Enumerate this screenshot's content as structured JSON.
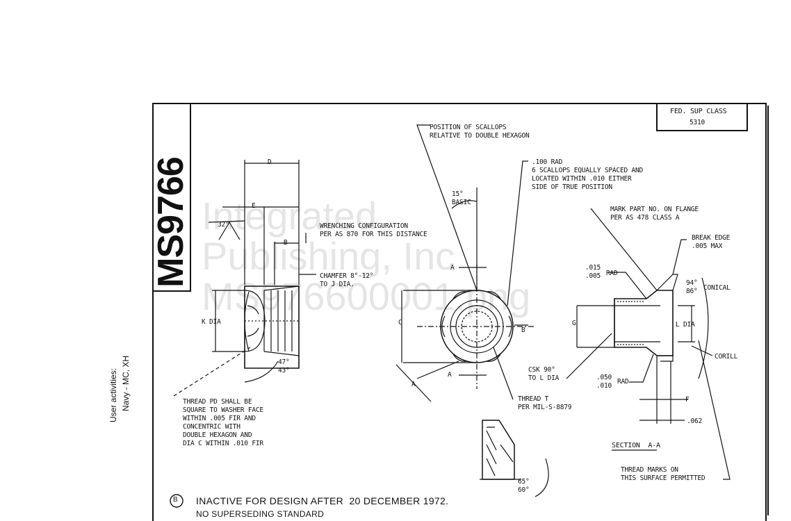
{
  "doc_number": "MS9766",
  "fed_sup_class": {
    "label": "FED. SUP CLASS",
    "value": "5310"
  },
  "user_activities": {
    "label": "User activities:",
    "value": "Navy - MC, XH"
  },
  "labels": {
    "D": "D",
    "E": "E",
    "B": "B",
    "deg32": "32°",
    "k_dia": "K DIA",
    "deg47_43": "47°\n43°",
    "wrenching": "WRENCHING CONFIGURATION\nPER AS 870 FOR THIS DISTANCE",
    "chamfer": "CHAMFER 8°-12°\nTO J DIA.",
    "thread_pd": "THREAD PD SHALL BE\nSQUARE TO WASHER FACE\nWITHIN .005 FIR AND\nCONCENTRIC WITH\nDOUBLE HEXAGON AND\nDIA C WITHIN .010 FIR",
    "position_scallops": "POSITION OF SCALLOPS\nRELATIVE TO DOUBLE HEXAGON",
    "basic15": "15°\nBASIC",
    "scallops": ".100 RAD\n6 SCALLOPS EQUALLY SPACED AND\nLOCATED WITHIN .010 EITHER\nSIDE OF TRUE POSITION",
    "A_top": "A",
    "A_bottom": "A",
    "A_dim": "A",
    "C_dim": "C",
    "B_dim": "B",
    "thread_t": "THREAD T\nPER MIL-S-8879",
    "mark_part": "MARK PART NO. ON FLANGE\nPER AS 478 CLASS A",
    "break_edge": "BREAK EDGE\n.005 MAX",
    "rad_015": ".015\n.005",
    "rad_label_1": "RAD",
    "conical": "94°\n86°",
    "conical_label": "CONICAL",
    "G_dim": "G",
    "L_dia": "L DIA",
    "csk": "CSK 90°\nTO L DIA",
    "rad_050": ".050\n.010",
    "rad_label_2": "RAD",
    "coroll": "CORILL",
    "F_dim": "F",
    "dim_062": ".062",
    "section": "SECTION  A-A",
    "thread_marks": "THREAD MARKS ON\nTHIS SURFACE PERMITTED",
    "deg65_60": "65°\n60°"
  },
  "note": {
    "marker": "B",
    "line1": "INACTIVE FOR DESIGN AFTER  20 DECEMBER 1972.",
    "line2": "NO SUPERSEDING STANDARD"
  }
}
